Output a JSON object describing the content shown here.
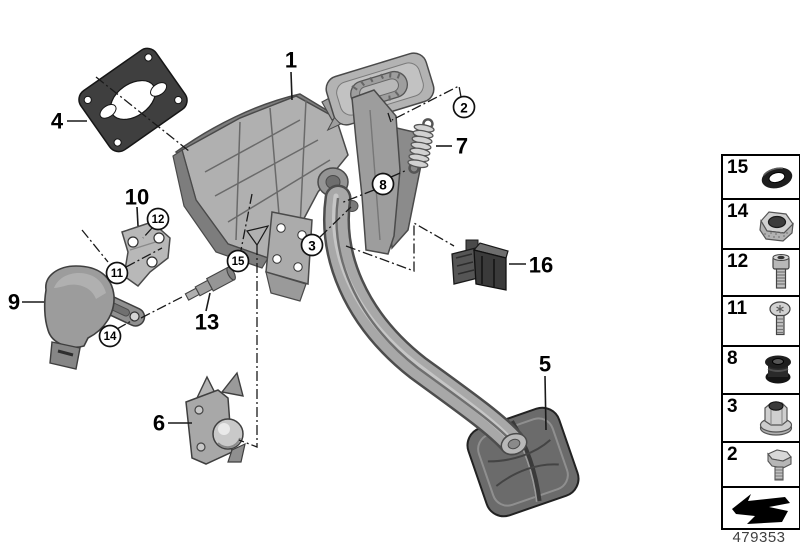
{
  "diagram": {
    "drawing_number": "479353",
    "callouts": {
      "n1": "1",
      "n2": "2",
      "n3": "3",
      "n4": "4",
      "n5": "5",
      "n6": "6",
      "n7": "7",
      "n8": "8",
      "n9": "9",
      "n10": "10",
      "n11": "11",
      "n12": "12",
      "n13": "13",
      "n14": "14",
      "n15": "15",
      "n16": "16"
    }
  },
  "sidebar": {
    "items": [
      {
        "label": "15",
        "icon": "o-ring-icon"
      },
      {
        "label": "14",
        "icon": "knurled-nut-icon"
      },
      {
        "label": "12",
        "icon": "socket-head-screw-icon"
      },
      {
        "label": "11",
        "icon": "pan-head-screw-icon"
      },
      {
        "label": "8",
        "icon": "grommet-icon"
      },
      {
        "label": "3",
        "icon": "flange-nut-icon"
      },
      {
        "label": "2",
        "icon": "hex-bolt-icon"
      }
    ],
    "footer_icon": "direction-arrow-icon"
  },
  "colors": {
    "background": "#ffffff",
    "line": "#1a1a1a",
    "part_light": "#b3b3b3",
    "part_mid": "#9a9a9a",
    "part_dark": "#4a4a4a",
    "gasket": "#3f3f3f"
  }
}
